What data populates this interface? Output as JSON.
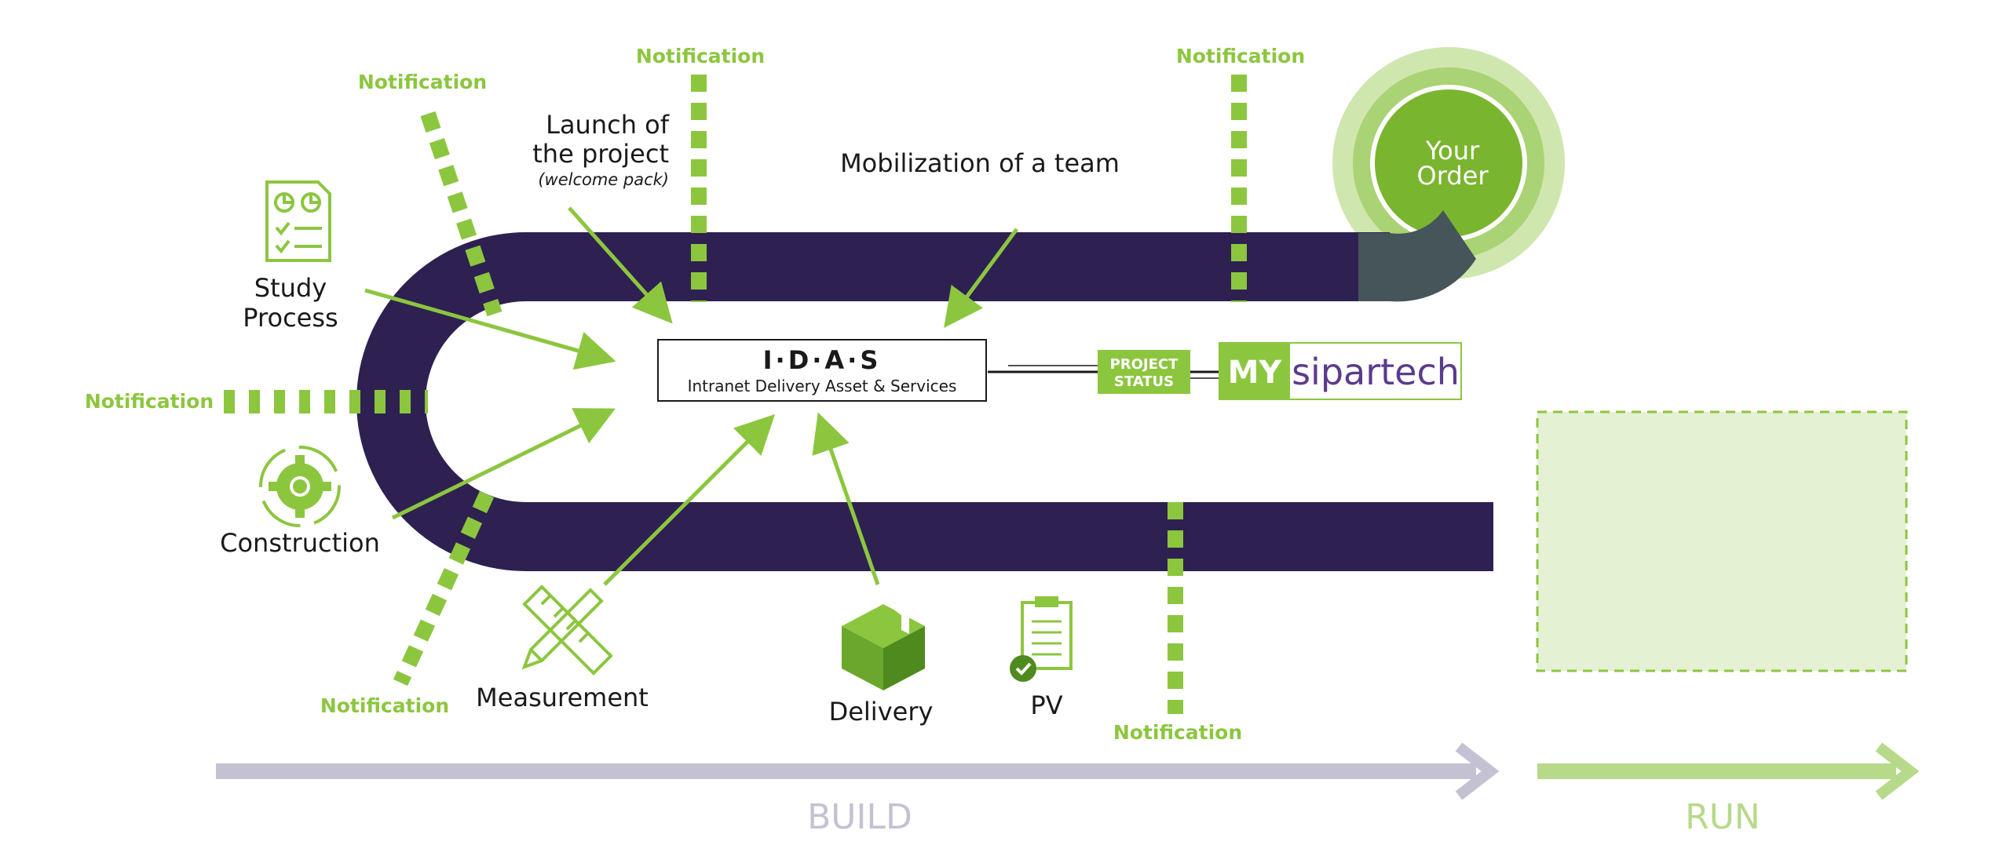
{
  "colors": {
    "track": "#2e2151",
    "accent_green": "#8cc63f",
    "dark_green": "#6aa72c",
    "build_arrow": "#c4c1d3",
    "run_arrow": "#b7d98a",
    "run_box_fill": "#e4f1d3",
    "text": "#1a1a1a",
    "purple_logo": "#5b3b8c"
  },
  "notifications": {
    "top_left": "Notification",
    "top_middle": "Notification",
    "top_right": "Notification",
    "left": "Notification",
    "bottom_left": "Notification",
    "bottom_right": "Notification"
  },
  "steps": {
    "launch_line1": "Launch of",
    "launch_line2": "the project",
    "launch_sub": "(welcome pack)",
    "mobilization": "Mobilization of a team",
    "study_line1": "Study",
    "study_line2": "Process",
    "construction": "Construction",
    "measurement": "Measurement",
    "delivery": "Delivery",
    "pv": "PV"
  },
  "order": {
    "line1": "Your",
    "line2": "Order"
  },
  "idas": {
    "title": "I·D·A·S",
    "subtitle": "Intranet Delivery Asset & Services"
  },
  "status": {
    "line1": "PROJECT",
    "line2": "STATUS"
  },
  "logo": {
    "prefix": "MY",
    "name": "sipartech"
  },
  "phases": {
    "build": "BUILD",
    "run": "RUN"
  },
  "icons": {
    "study": "document-chart-icon",
    "construction": "gear-cycle-icon",
    "measurement": "ruler-pencil-icon",
    "delivery": "box-icon",
    "pv": "clipboard-check-icon"
  }
}
